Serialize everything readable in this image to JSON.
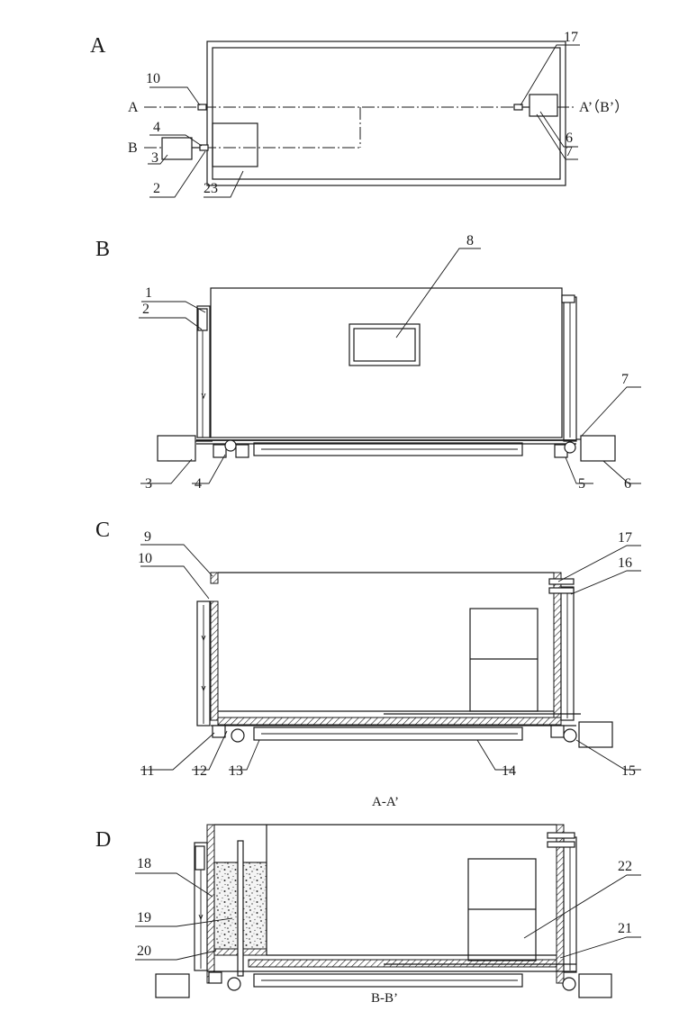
{
  "panels": {
    "A": "A",
    "B": "B",
    "C": "C",
    "D": "D"
  },
  "section_marks": {
    "a_start": "A",
    "b_start": "B",
    "a_end": "A’（B’）"
  },
  "captions": {
    "c": "A-A’",
    "d": "B-B’"
  },
  "labels_a": [
    "10",
    "4",
    "3",
    "2",
    "23",
    "17",
    "6",
    "7"
  ],
  "labels_b": [
    "1",
    "2",
    "8",
    "7",
    "3",
    "4",
    "5",
    "6"
  ],
  "labels_c": [
    "9",
    "10",
    "17",
    "16",
    "11",
    "12",
    "13",
    "14",
    "15"
  ],
  "labels_d": [
    "18",
    "19",
    "20",
    "22",
    "21"
  ]
}
